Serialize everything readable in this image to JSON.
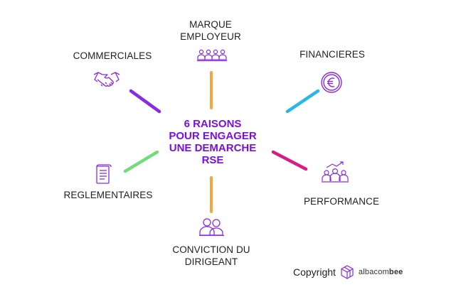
{
  "center": {
    "lines": [
      "6 RAISONS",
      "POUR ENGAGER",
      "UNE DEMARCHE",
      "RSE"
    ]
  },
  "reasons": {
    "marque": {
      "lines": [
        "MARQUE",
        "EMPLOYEUR"
      ],
      "icon": "team-icon",
      "color": "#f2a93b"
    },
    "financieres": {
      "lines": [
        "FINANCIERES"
      ],
      "icon": "euro-icon",
      "color": "#29b6e8"
    },
    "performance": {
      "lines": [
        "PERFORMANCE"
      ],
      "icon": "growth-team-icon",
      "color": "#d81b84"
    },
    "conviction": {
      "lines": [
        "CONVICTION DU",
        "DIRIGEANT"
      ],
      "icon": "leaders-icon",
      "color": "#f2a93b"
    },
    "reglementaires": {
      "lines": [
        "REGLEMENTAIRES"
      ],
      "icon": "document-icon",
      "color": "#6fdd7a"
    },
    "commerciales": {
      "lines": [
        "COMMERCIALES"
      ],
      "icon": "handshake-icon",
      "color": "#8a2be2"
    }
  },
  "colors": {
    "accent": "#7a0fe0",
    "icon": "#8a2be2"
  },
  "footer": {
    "copyright": "Copyright",
    "brand_light": "albacom",
    "brand_bold": "bee",
    "logo_icon": "albacombee-logo-icon"
  }
}
